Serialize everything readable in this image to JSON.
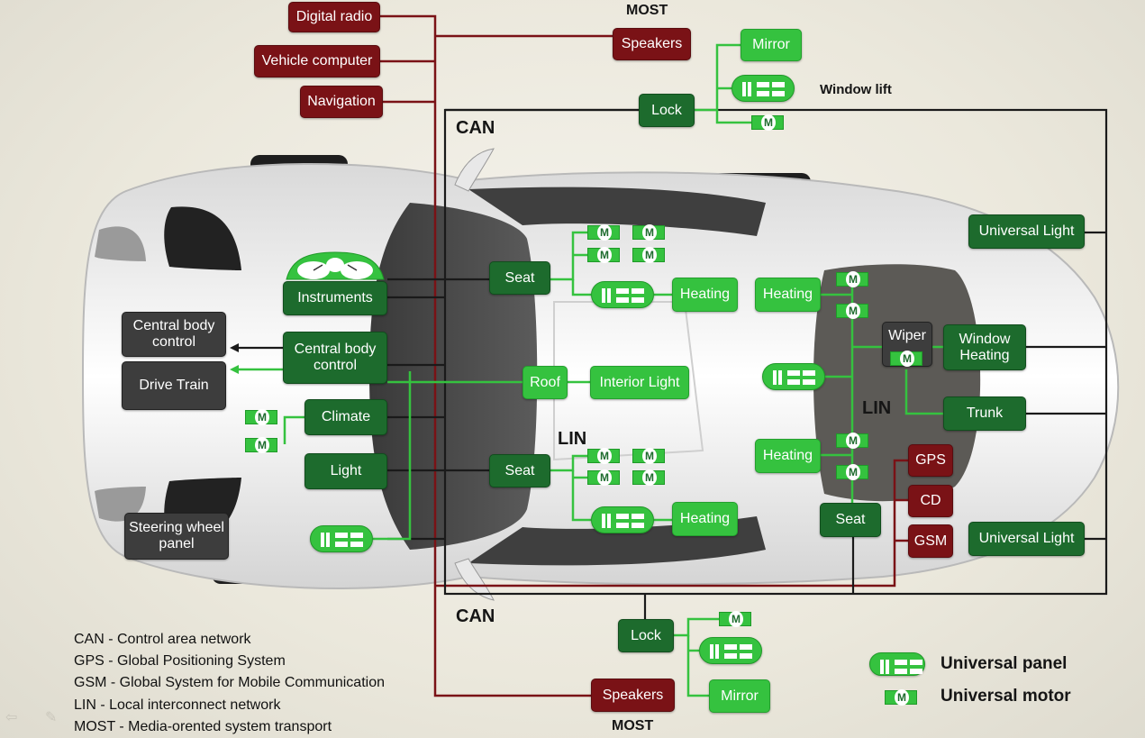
{
  "bus_labels": {
    "most_top": "MOST",
    "most_bottom": "MOST",
    "can_top": "CAN",
    "can_bottom": "CAN",
    "lin_left": "LIN",
    "lin_right": "LIN"
  },
  "most_components": {
    "digital_radio": "Digital radio",
    "vehicle_computer": "Vehicle computer",
    "navigation": "Navigation",
    "speakers_top": "Speakers",
    "speakers_bottom": "Speakers",
    "gps": "GPS",
    "cd": "CD",
    "gsm": "GSM"
  },
  "can_components": {
    "lock_top": "Lock",
    "lock_bottom": "Lock",
    "instruments": "Instruments",
    "central_body_control": "Central body control",
    "climate": "Climate",
    "light": "Light",
    "seat_front_top": "Seat",
    "seat_front_bottom": "Seat",
    "seat_rear": "Seat",
    "roof": "Roof",
    "wiper": "Wiper",
    "window_heating": "Window Heating",
    "trunk": "Trunk",
    "universal_light_top": "Universal Light",
    "universal_light_bottom": "Universal Light"
  },
  "lin_components": {
    "mirror_top": "Mirror",
    "mirror_bottom": "Mirror",
    "window_lift": "Window lift",
    "heating_front_top": "Heating",
    "heating_front_bottom": "Heating",
    "heating_rear_top": "Heating",
    "heating_rear_bottom": "Heating",
    "interior_light": "Interior Light"
  },
  "external_components": {
    "central_body_control_out": "Central body control",
    "drive_train": "Drive Train",
    "steering_wheel_panel": "Steering wheel panel"
  },
  "legend": {
    "abbreviations": [
      "CAN - Control area network",
      "GPS - Global Positioning System",
      "GSM - Global System for Mobile Communication",
      "LIN - Local interconnect network",
      "MOST - Media-orented system transport"
    ],
    "universal_panel": "Universal panel",
    "universal_motor": "Universal motor"
  },
  "colors": {
    "most": "#7a1216",
    "can_node": "#1d6b2d",
    "lin_node": "#35c23f",
    "can_wire": "#1a1a1a",
    "external": "#3d3d3d"
  }
}
